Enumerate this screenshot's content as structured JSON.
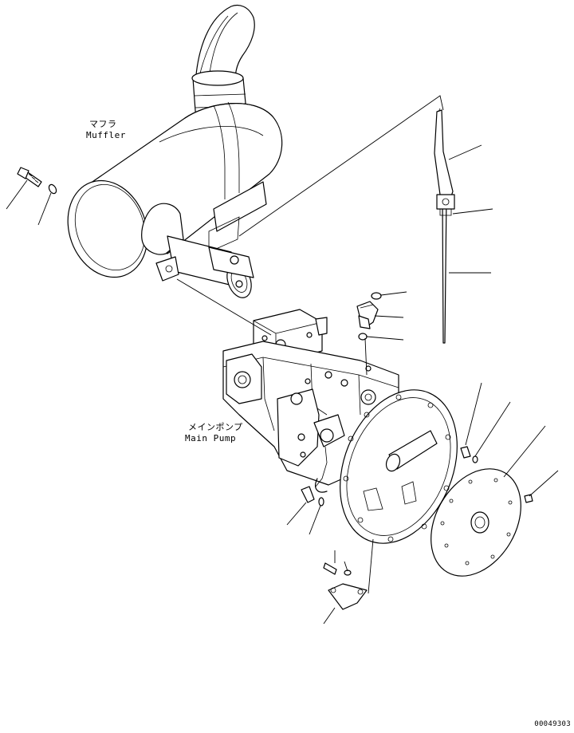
{
  "labels": {
    "muffler_jp": "マフラ",
    "muffler_en": "Muffler",
    "pump_jp": "メインポンプ",
    "pump_en": "Main Pump"
  },
  "drawing_code": "00049303"
}
